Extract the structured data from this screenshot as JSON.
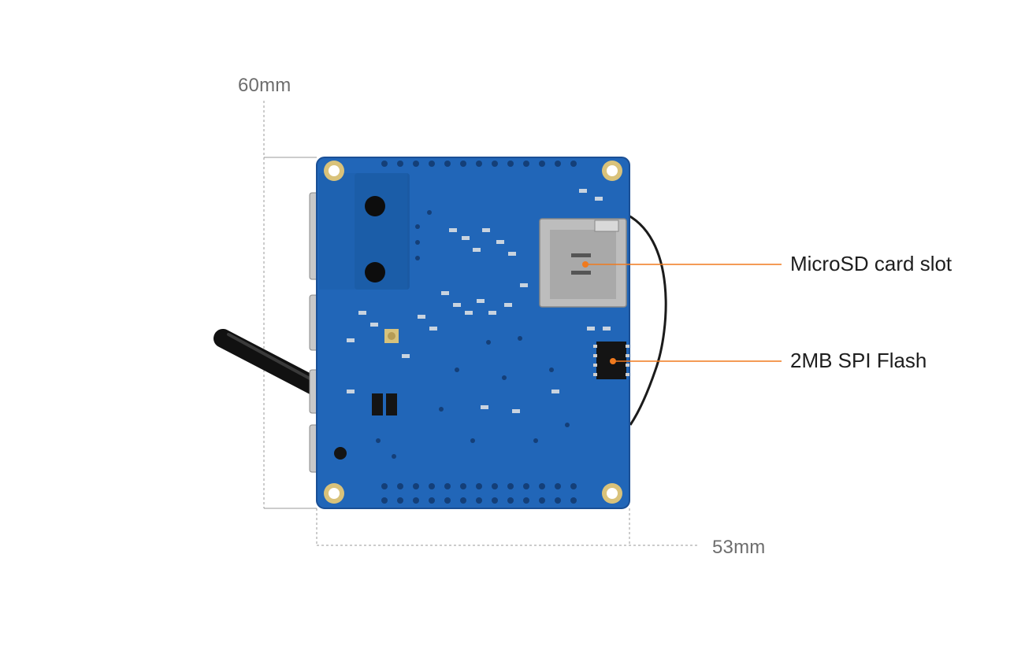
{
  "dimensions": {
    "height_label": "60mm",
    "width_label": "53mm"
  },
  "callouts": [
    {
      "label": "MicroSD card slot"
    },
    {
      "label": "2MB SPI Flash"
    }
  ],
  "colors": {
    "board": "#2166b8",
    "board_edge": "#1a4f95",
    "pad": "#d9c27a",
    "callout_line": "#f07a1e",
    "dimension_line": "#9a9a9a",
    "metal": "#bdbdbd"
  }
}
